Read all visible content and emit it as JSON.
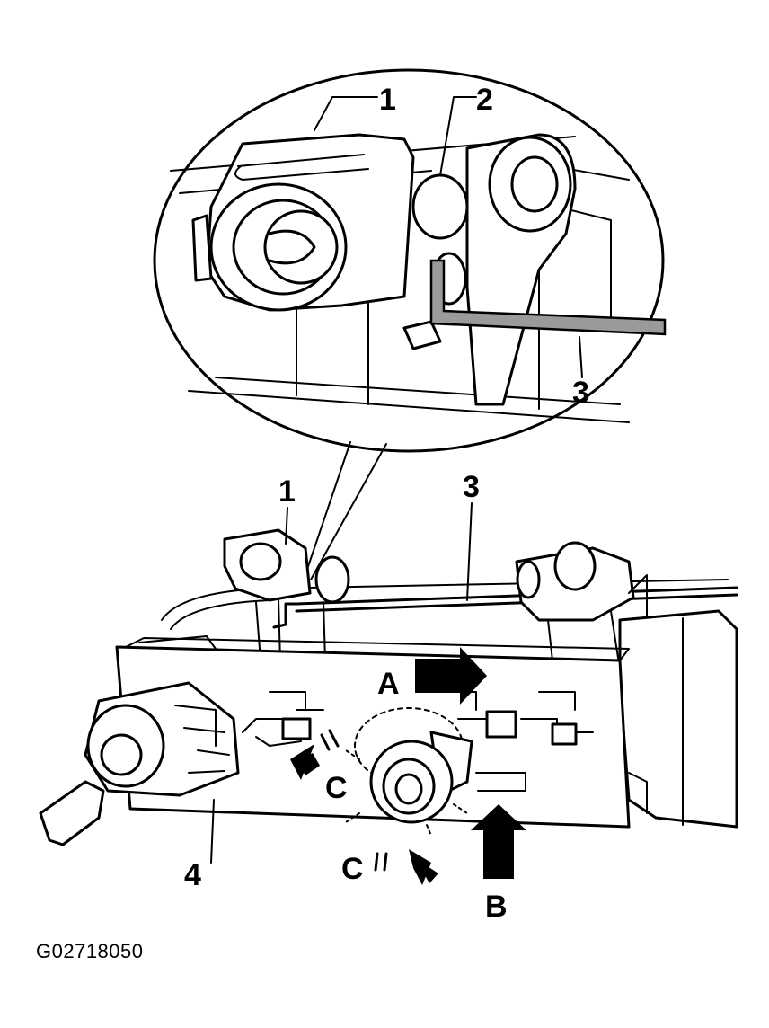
{
  "figure_code": "G02718050",
  "callouts": {
    "detail_1": "1",
    "detail_2": "2",
    "detail_3": "3",
    "main_1": "1",
    "main_3": "3",
    "main_4": "4",
    "arrow_a": "A",
    "arrow_b": "B",
    "arrow_c_upper": "C",
    "arrow_c_lower": "C"
  },
  "colors": {
    "line": "#000000",
    "fill": "#ffffff",
    "shade": "#9a9a9a"
  }
}
